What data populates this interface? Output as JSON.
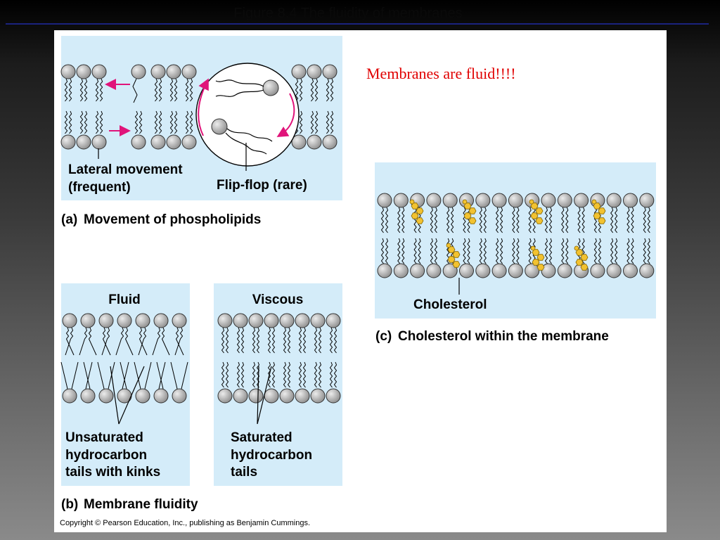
{
  "slide": {
    "title": "Figure 8.4  The fluidity of membranes",
    "annotation": "Membranes are fluid!!!!"
  },
  "panel_a": {
    "letter": "(a)",
    "caption": "Movement of phospholipids",
    "label_lateral_1": "Lateral movement",
    "label_lateral_2": "(frequent)",
    "label_flipflop": "Flip-flop (rare)"
  },
  "panel_b": {
    "letter": "(b)",
    "caption": "Membrane fluidity",
    "fluid_title": "Fluid",
    "viscous_title": "Viscous",
    "fluid_label_1": "Unsaturated",
    "fluid_label_2": "hydrocarbon",
    "fluid_label_3": "tails with kinks",
    "viscous_label_1": "Saturated",
    "viscous_label_2": "hydrocarbon",
    "viscous_label_3": "tails"
  },
  "panel_c": {
    "letter": "(c)",
    "caption": "Cholesterol within the membrane",
    "label_cholesterol": "Cholesterol"
  },
  "copyright": "Copyright © Pearson Education, Inc., publishing as Benjamin Cummings.",
  "colors": {
    "membrane_bg": "#d4ecf9",
    "head": "#b9b9b9",
    "cholesterol": "#f2c230",
    "arrow": "#e0147a",
    "annotation": "#e00000"
  }
}
